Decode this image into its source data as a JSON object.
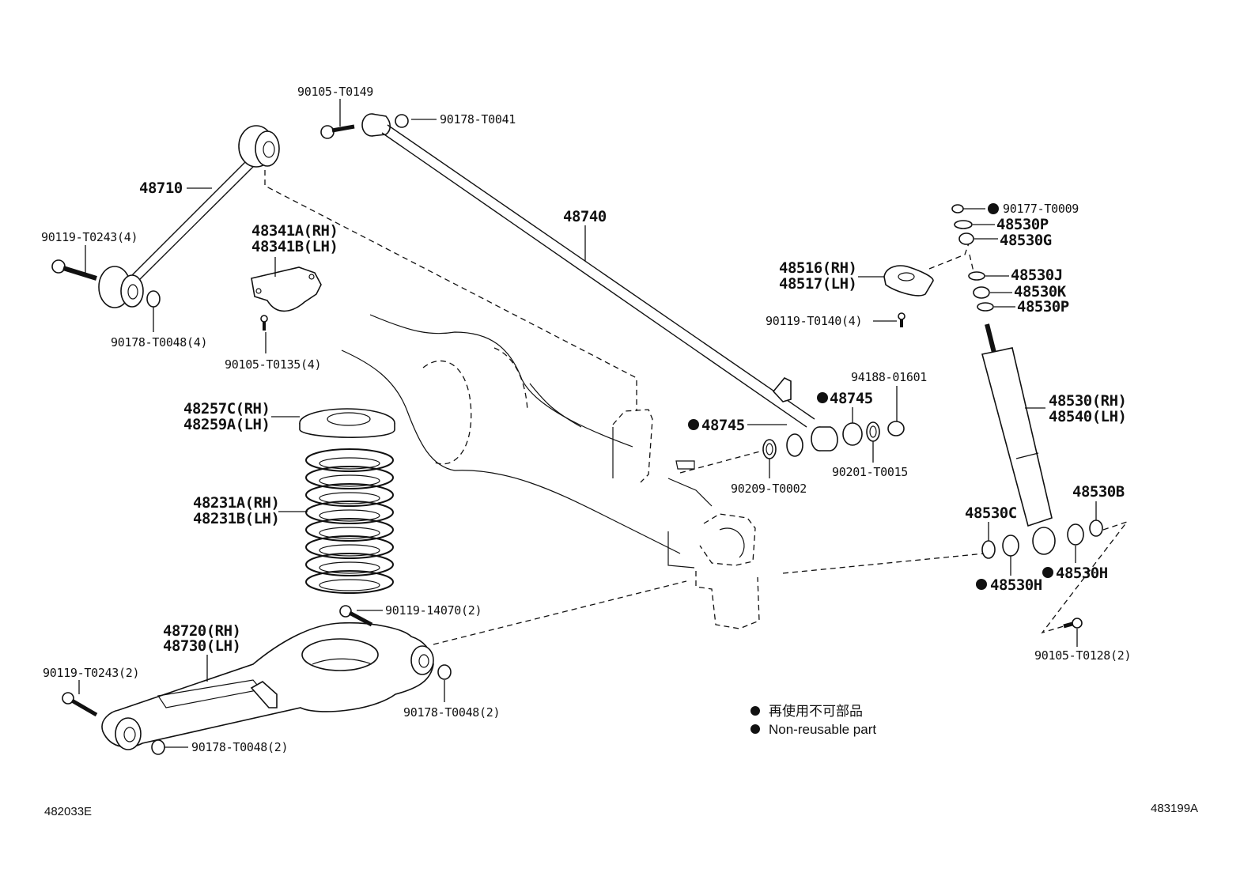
{
  "diagram": {
    "title": "Rear suspension parts diagram",
    "figure_code_left": "482033E",
    "figure_code_right": "483199A",
    "legend": {
      "items": [
        {
          "symbol": "filled-dot",
          "text": "再使用不可部品"
        },
        {
          "symbol": "filled-dot",
          "text": "Non-reusable part"
        }
      ]
    },
    "labels": {
      "l_90105_T0149": "90105-T0149",
      "l_90178_T0041": "90178-T0041",
      "l_48710": "48710",
      "l_90119_T0243_4": "90119-T0243(4)",
      "l_48341A": "48341A(RH)",
      "l_48341B": "48341B(LH)",
      "l_90178_T0048_4": "90178-T0048(4)",
      "l_90105_T0135_4": "90105-T0135(4)",
      "l_48740": "48740",
      "l_90177_T0009": "90177-T0009",
      "l_48530P_top": "48530P",
      "l_48530G": "48530G",
      "l_48516": "48516(RH)",
      "l_48517": "48517(LH)",
      "l_48530J": "48530J",
      "l_48530K": "48530K",
      "l_48530P_bottom": "48530P",
      "l_90119_T0140_4": "90119-T0140(4)",
      "l_94188_01601": "94188-01601",
      "l_48745_upper": "48745",
      "l_48745_lower": "48745",
      "l_48530RH": "48530(RH)",
      "l_48540LH": "48540(LH)",
      "l_90201_T0015": "90201-T0015",
      "l_90209_T0002": "90209-T0002",
      "l_48257C": "48257C(RH)",
      "l_48259A": "48259A(LH)",
      "l_48231A": "48231A(RH)",
      "l_48231B": "48231B(LH)",
      "l_48530B": "48530B",
      "l_48530C": "48530C",
      "l_48530H_right": "48530H",
      "l_48530H_left": "48530H",
      "l_90105_T0128_2": "90105-T0128(2)",
      "l_90119_14070_2": "90119-14070(2)",
      "l_48720": "48720(RH)",
      "l_48730": "48730(LH)",
      "l_90119_T0243_2": "90119-T0243(2)",
      "l_90178_T0048_2_right": "90178-T0048(2)",
      "l_90178_T0048_2_bottom": "90178-T0048(2)"
    }
  }
}
